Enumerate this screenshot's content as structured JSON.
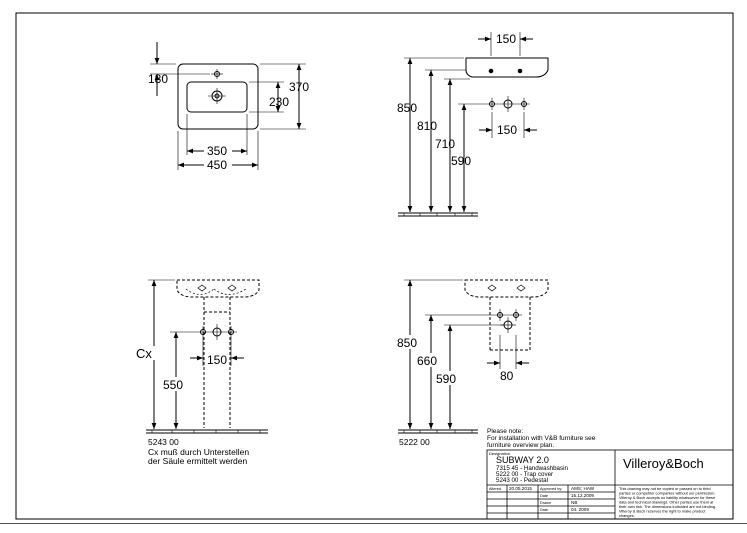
{
  "views": {
    "top": {
      "dim_width_inner": "350",
      "dim_width_outer": "450",
      "dim_depth_total": "370",
      "dim_depth_bowl": "230",
      "dim_tap_offset": "180"
    },
    "side": {
      "dim_tap_spacing_top": "150",
      "dim_waste_spacing": "150",
      "dim_height_850": "850",
      "dim_height_810": "810",
      "dim_height_710": "710",
      "dim_height_590": "590"
    },
    "pedestal_front": {
      "dim_cx": "Cx",
      "dim_550": "550",
      "dim_150": "150",
      "ref_code": "5243 00",
      "note_line1": "Cx muß durch Unterstellen",
      "note_line2": "der Säule ermittelt werden"
    },
    "pedestal_side": {
      "dim_850": "850",
      "dim_660": "660",
      "dim_590": "590",
      "dim_80": "80",
      "ref_code": "5222 00"
    }
  },
  "notes": {
    "please_note": "Please note:",
    "line1": "For installation with V&B furniture see",
    "line2": "furniture overview plan."
  },
  "title_block": {
    "designation_label": "Designation",
    "product": "SUBWAY 2.0",
    "item1": "7315 45 - Handwashbasin",
    "item2": "5222 00 - Trap cover",
    "item3": "5243 00 - Pedestal",
    "brand": "Villeroy&Boch",
    "changed_label": "Altered",
    "changed_date": "20.05.2015",
    "approved_label": "Approved by:",
    "approved_value": "AMS; HAW",
    "date_label": "Date",
    "date_value": "15.12.2009",
    "drawn_label": "Drawn",
    "drawn_value": "NB",
    "date2_label": "Date",
    "date2_value": "04. 2009",
    "disclaimer": [
      "This drawing may not be copied or passed on to third",
      "parties or competitor companies without our permission.",
      "Villeroy & Boch accepts no liability whatsoever for these",
      "data and technical drawings. Other parties use them at",
      "their own risk. The dimensions indicated are not binding.",
      "Villeroy & Boch reserves the right to make product",
      "changes."
    ]
  }
}
